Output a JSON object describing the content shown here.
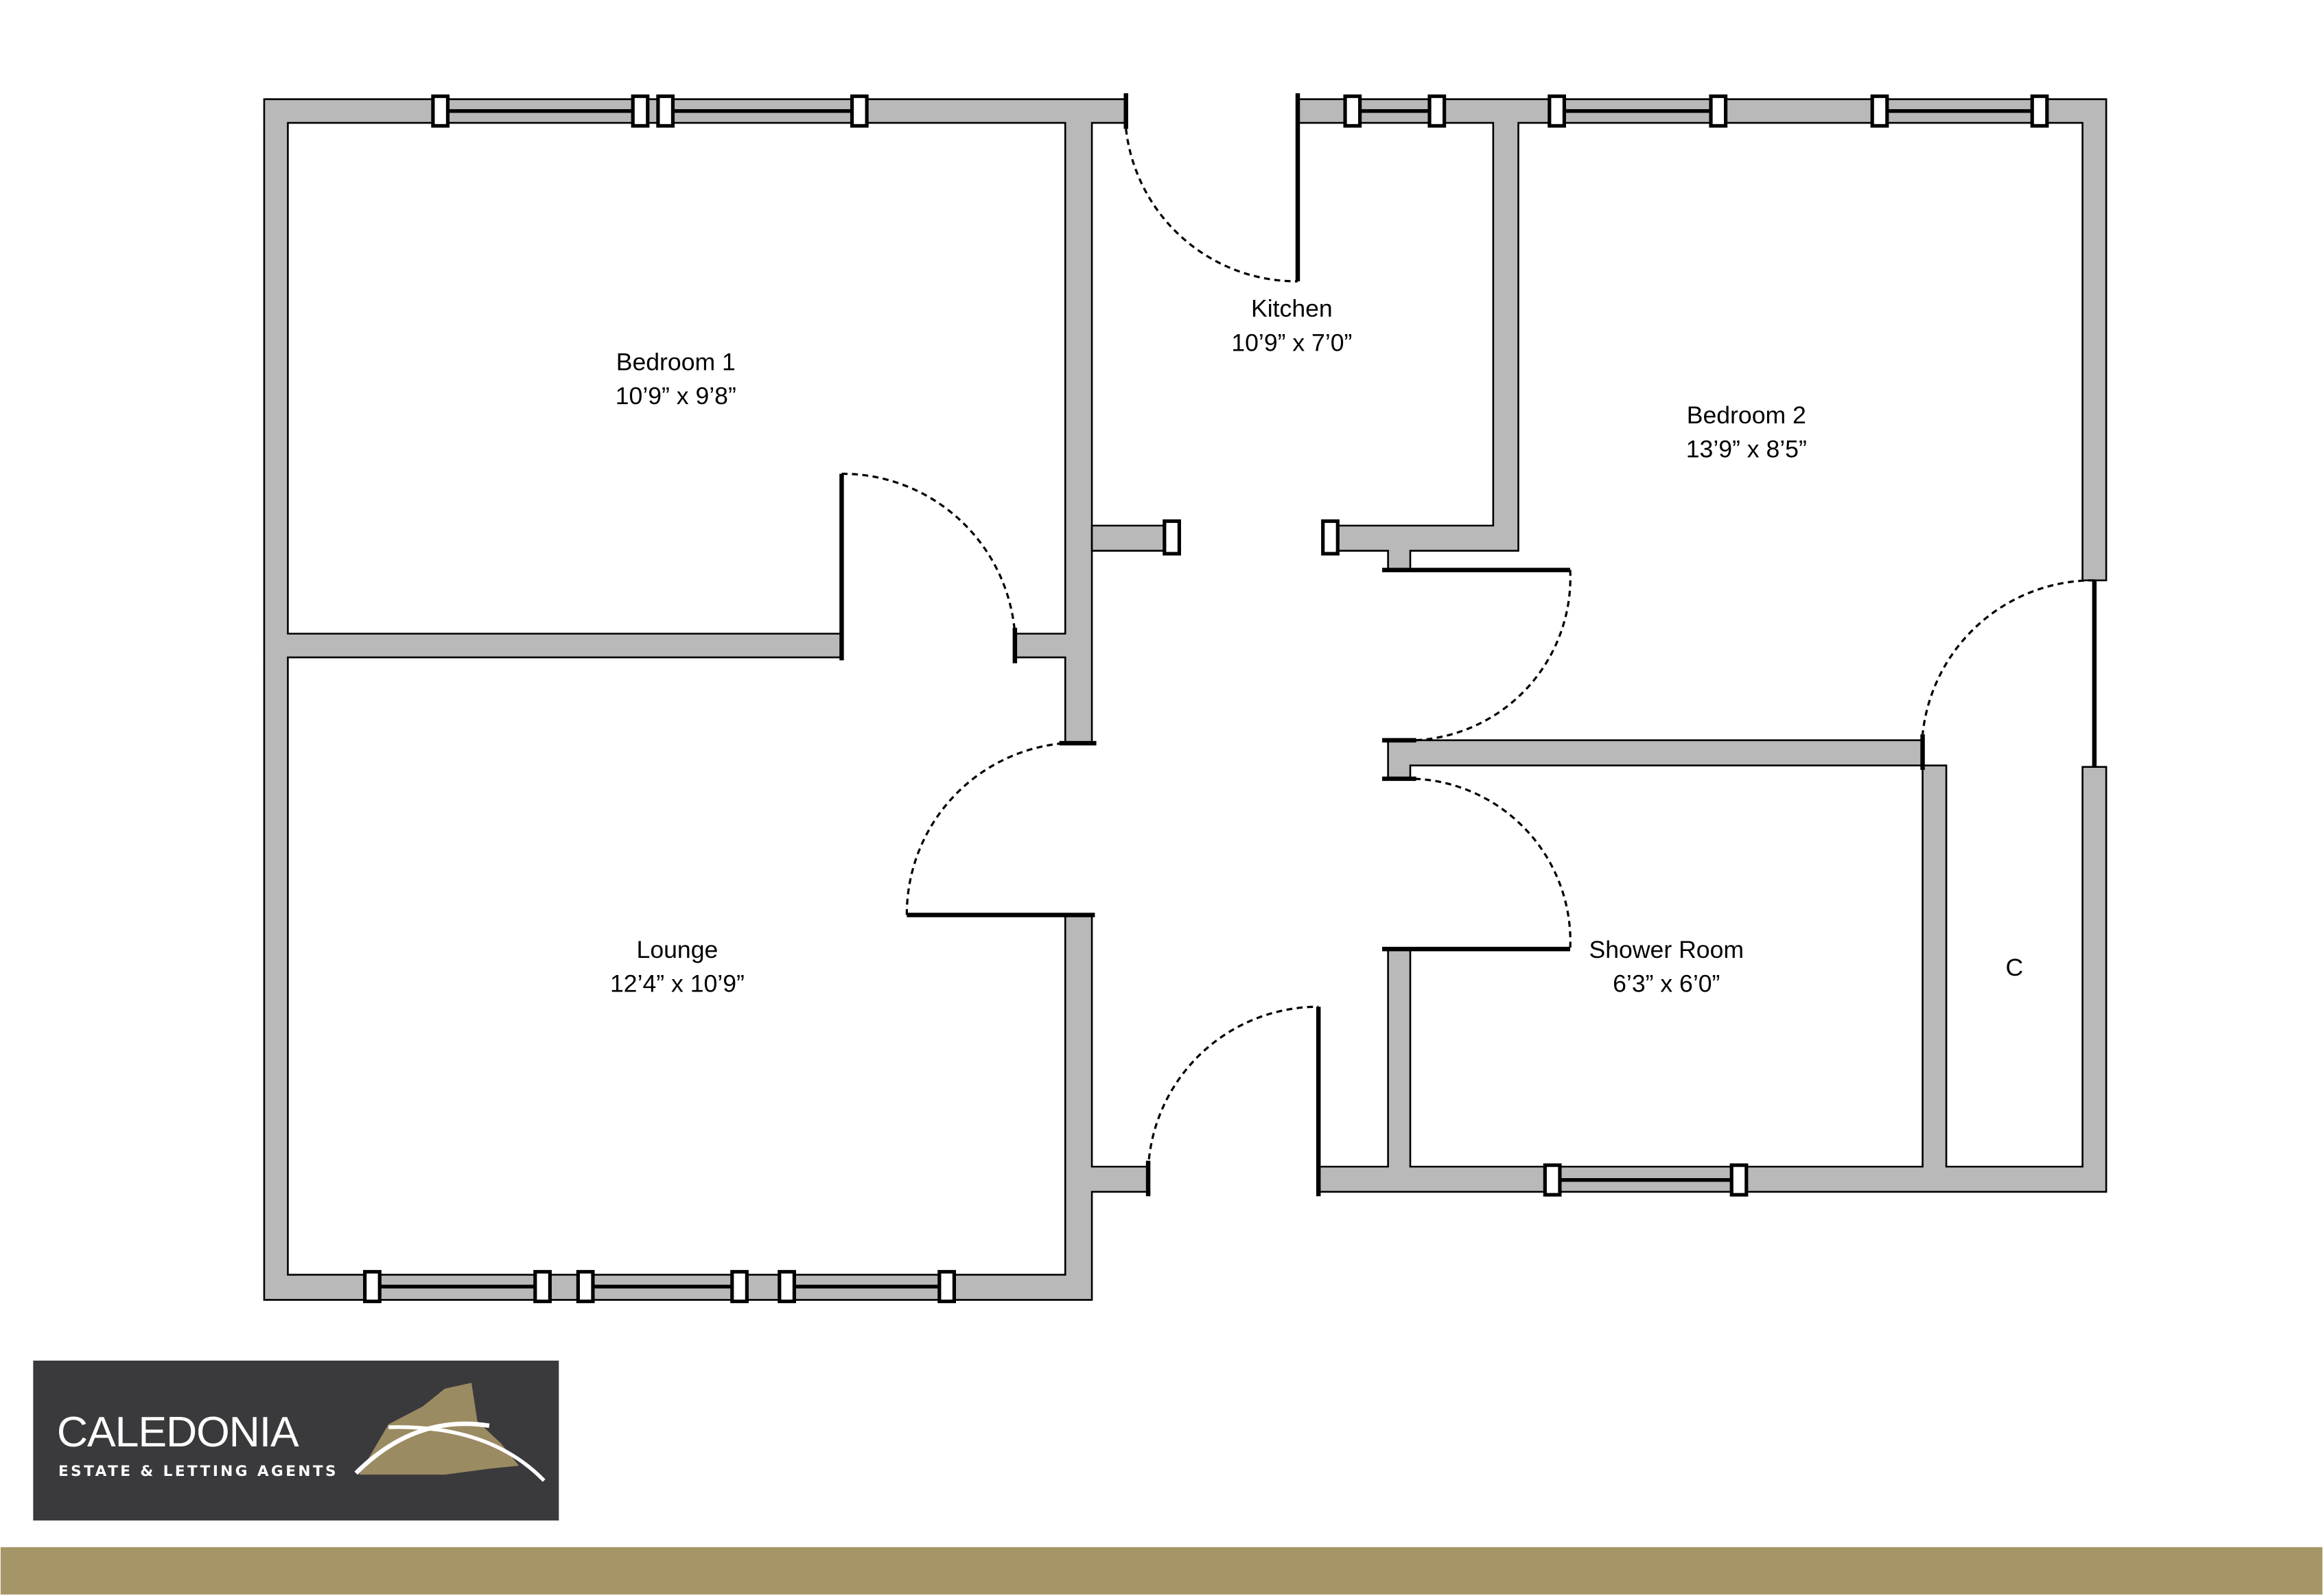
{
  "rooms": [
    {
      "name": "Bedroom 1",
      "size": "10’9” x 9’8”"
    },
    {
      "name": "Kitchen",
      "size": "10’9” x 7’0”"
    },
    {
      "name": "Bedroom 2",
      "size": "13’9” x 8’5”"
    },
    {
      "name": "Lounge",
      "size": "12’4” x 10’9”"
    },
    {
      "name": "Shower Room",
      "size": "6’3” x 6’0”"
    },
    {
      "name": "C"
    }
  ],
  "brand": {
    "name": "CALEDONIA",
    "tagline": "ESTATE & LETTING AGENTS",
    "logo_bg": "#3a3a3c",
    "accent": "#a69566"
  }
}
